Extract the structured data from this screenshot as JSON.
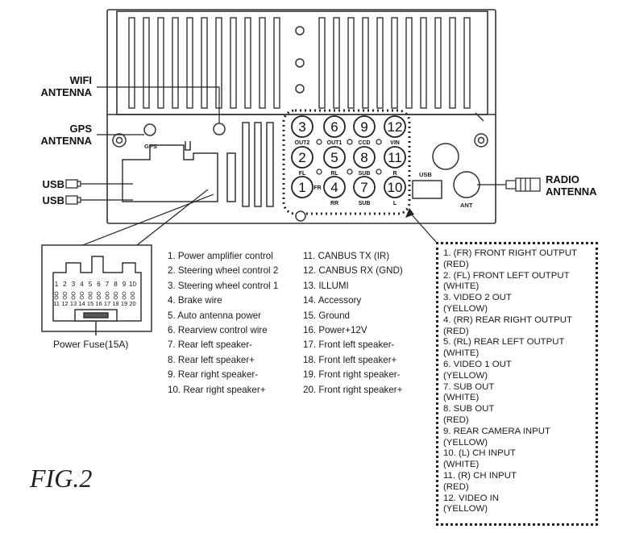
{
  "labels": {
    "wifi": [
      "WIFI",
      "ANTENNA"
    ],
    "gps": [
      "GPS",
      "ANTENNA"
    ],
    "usb1": "USB",
    "usb2": "USB",
    "radio": [
      "RADIO",
      "ANTENNA"
    ],
    "gps_port": "GPS",
    "usb_port": "USB",
    "ant_port": "ANT"
  },
  "rca_connectors": [
    {
      "num": "3",
      "label": "OUT2"
    },
    {
      "num": "6",
      "label": "OUT1"
    },
    {
      "num": "9",
      "label": "CCD"
    },
    {
      "num": "12",
      "label": "VIN"
    },
    {
      "num": "2",
      "label": "FL"
    },
    {
      "num": "5",
      "label": "RL"
    },
    {
      "num": "8",
      "label": "SUB"
    },
    {
      "num": "11",
      "label": "R"
    },
    {
      "num": "1",
      "label": "FR"
    },
    {
      "num": "4",
      "label": "RR"
    },
    {
      "num": "7",
      "label": "SUB"
    },
    {
      "num": "10",
      "label": "L"
    }
  ],
  "harness_pins_top": [
    "1",
    "2",
    "3",
    "4",
    "5",
    "6",
    "7",
    "8",
    "9",
    "10"
  ],
  "harness_pins_bottom": [
    "11",
    "12",
    "13",
    "14",
    "15",
    "16",
    "17",
    "18",
    "19",
    "20"
  ],
  "fuse_caption": "Power Fuse(15A)",
  "pins_col1": [
    "1. Power amplifier control",
    "2. Steering wheel control 2",
    "3. Steering wheel control 1",
    "4. Brake wire",
    "5. Auto antenna power",
    "6. Rearview control wire",
    "7. Rear left speaker-",
    "8. Rear left speaker+",
    "9. Rear right speaker-",
    "10. Rear right speaker+"
  ],
  "pins_col2": [
    "11. CANBUS TX (IR)",
    "12. CANBUS RX (GND)",
    "13. ILLUMI",
    "14. Accessory",
    "15. Ground",
    "16. Power+12V",
    "17. Front left speaker-",
    "18. Front left speaker+",
    "19. Front right speaker-",
    "20. Front right speaker+"
  ],
  "rca_legend": [
    "1. (FR) FRONT RIGHT OUTPUT",
    "(RED)",
    "2. (FL) FRONT LEFT OUTPUT",
    "(WHITE)",
    "3. VIDEO 2 OUT",
    "(YELLOW)",
    "4. (RR) REAR RIGHT OUTPUT",
    "(RED)",
    "5. (RL) REAR LEFT OUTPUT",
    "(WHITE)",
    "6. VIDEO 1 OUT",
    "(YELLOW)",
    "7. SUB OUT",
    "(WHITE)",
    "8. SUB OUT",
    "(RED)",
    "9. REAR CAMERA INPUT",
    "(YELLOW)",
    "10. (L) CH INPUT",
    "(WHITE)",
    "11. (R) CH INPUT",
    "(RED)",
    "12. VIDEO IN",
    "(YELLOW)"
  ],
  "figure_label": "FIG.2"
}
